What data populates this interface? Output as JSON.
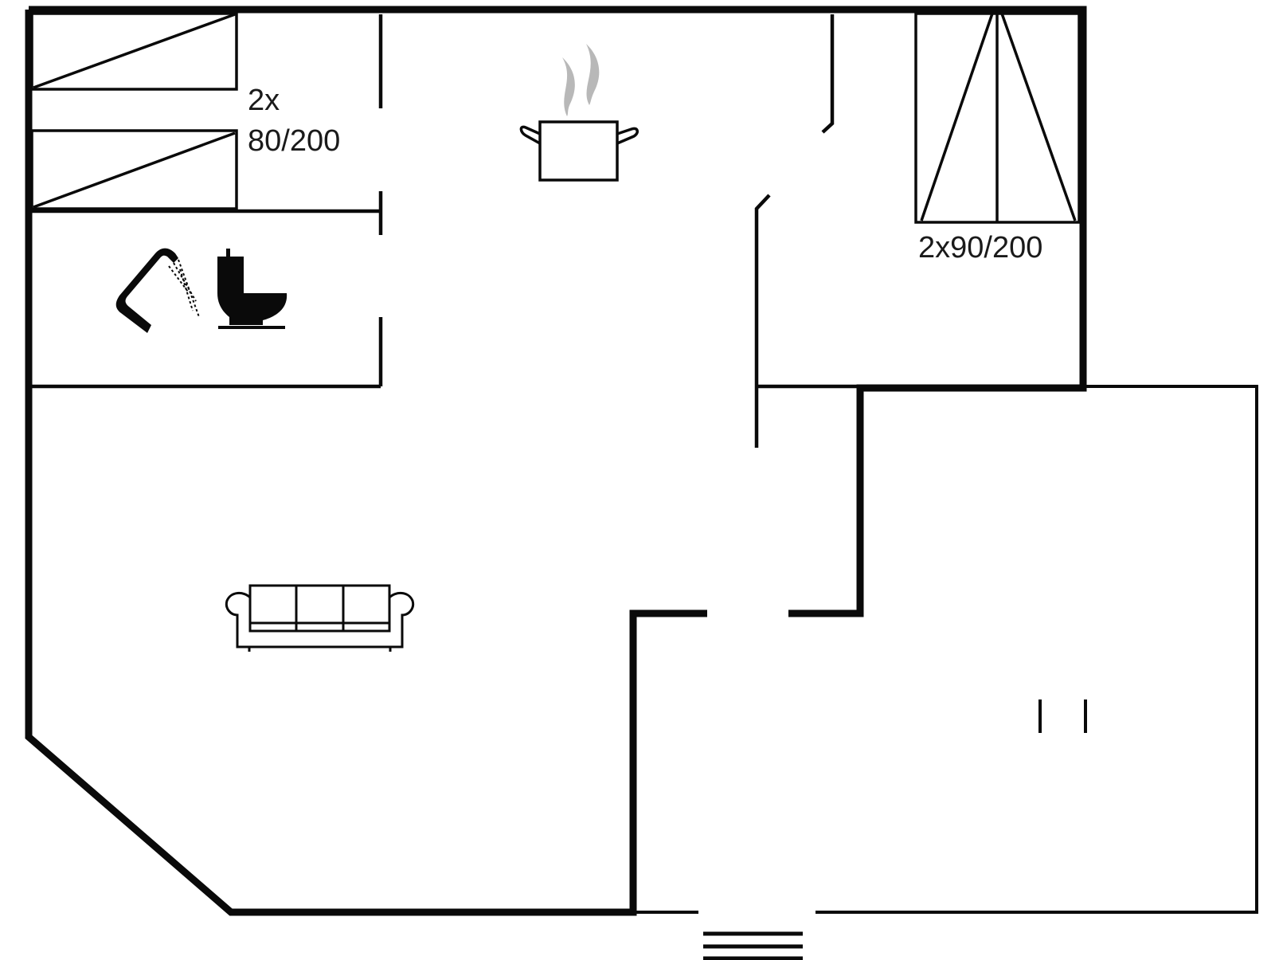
{
  "diagram": {
    "type": "floor-plan",
    "colors": {
      "wall": "#0a0a0a",
      "steam": "#b8b8b8",
      "background": "#ffffff"
    },
    "rooms": [
      {
        "id": "bedroom-1",
        "beds_label_line1": "2x",
        "beds_label_line2": "80/200"
      },
      {
        "id": "bathroom",
        "fixtures": [
          "shower-icon",
          "toilet-icon"
        ]
      },
      {
        "id": "kitchen",
        "fixtures": [
          "cooking-pot-icon"
        ]
      },
      {
        "id": "bedroom-2",
        "beds_label": "2x90/200"
      },
      {
        "id": "living-room",
        "fixtures": [
          "sofa-icon"
        ]
      },
      {
        "id": "terrace"
      },
      {
        "id": "entrance",
        "fixtures": [
          "entrance-steps"
        ]
      }
    ]
  }
}
